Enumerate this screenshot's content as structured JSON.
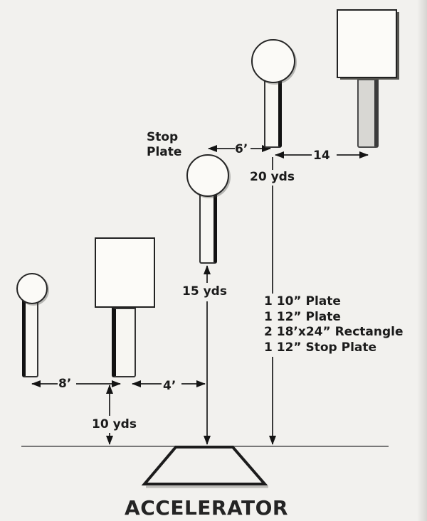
{
  "diagram": {
    "stage_title": "ACCELERATOR",
    "stop_plate_label": "Stop\nPlate",
    "dimensions": {
      "d6ft": "6’",
      "d14": "14",
      "d20yds": "20 yds",
      "d15yds": "15 yds",
      "d8ft": "8’",
      "d4ft": "4’",
      "d10yds": "10 yds"
    },
    "equipment_list": [
      "1 10” Plate",
      "1 12” Plate",
      "2 18’x24” Rectangle",
      "1 12” Stop Plate"
    ],
    "colors": {
      "paper": "#f2f1ee",
      "ink": "#1b1b1b",
      "dimension_line": "#3a3a3a",
      "baseline": "#787878",
      "post_gray": "#d8d7d3"
    }
  }
}
